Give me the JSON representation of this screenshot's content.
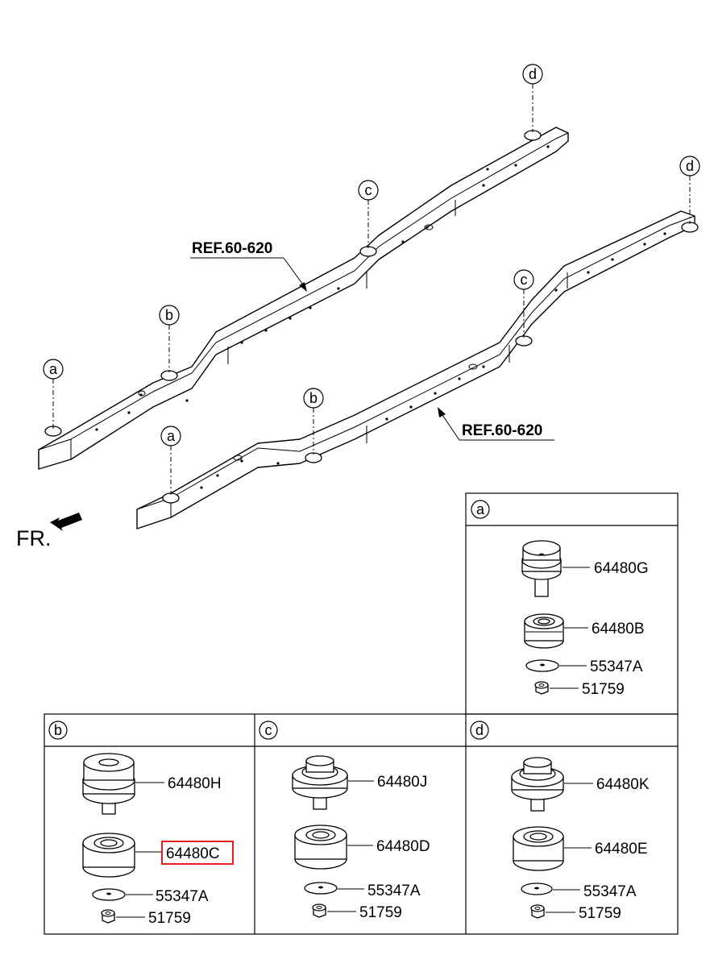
{
  "diagram": {
    "references": [
      "REF.60-620",
      "REF.60-620"
    ],
    "front_indicator": "FR.",
    "mount_callouts": [
      "a",
      "b",
      "c",
      "d"
    ],
    "boxes": [
      {
        "key": "a",
        "parts": [
          "64480G",
          "64480B",
          "55347A",
          "51759"
        ]
      },
      {
        "key": "b",
        "parts": [
          "64480H",
          "64480C",
          "55347A",
          "51759"
        ],
        "highlighted": "64480C",
        "highlight_color": "#e02020"
      },
      {
        "key": "c",
        "parts": [
          "64480J",
          "64480D",
          "55347A",
          "51759"
        ]
      },
      {
        "key": "d",
        "parts": [
          "64480K",
          "64480E",
          "55347A",
          "51759"
        ]
      }
    ]
  }
}
